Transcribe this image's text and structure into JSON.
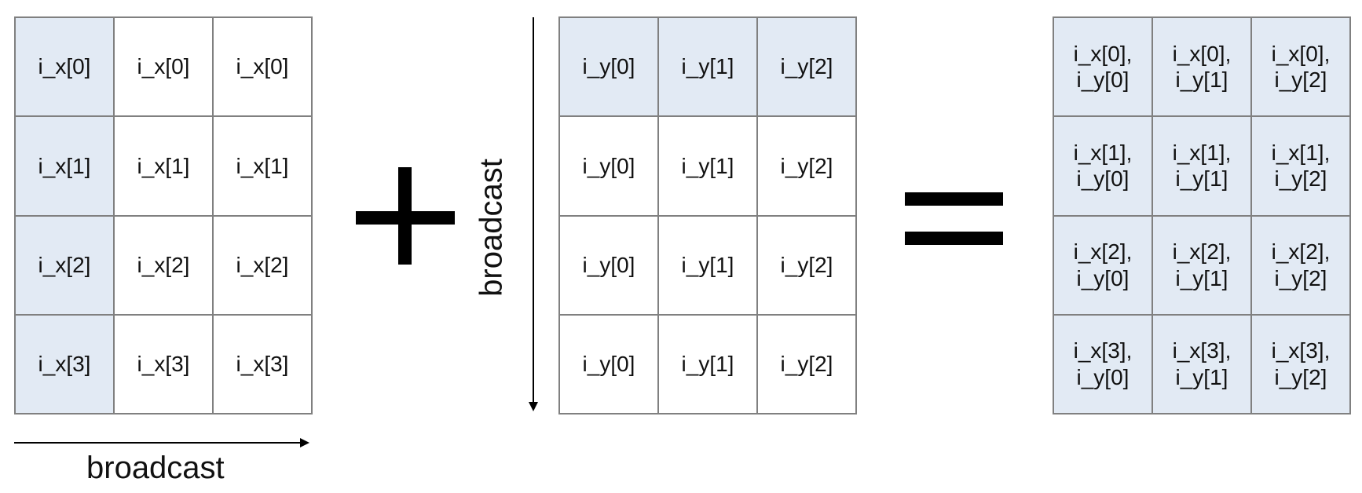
{
  "grid_a": {
    "highlight_column": 0,
    "rows": [
      [
        "i_x[0]",
        "i_x[0]",
        "i_x[0]"
      ],
      [
        "i_x[1]",
        "i_x[1]",
        "i_x[1]"
      ],
      [
        "i_x[2]",
        "i_x[2]",
        "i_x[2]"
      ],
      [
        "i_x[3]",
        "i_x[3]",
        "i_x[3]"
      ]
    ]
  },
  "grid_b": {
    "highlight_row": 0,
    "rows": [
      [
        "i_y[0]",
        "i_y[1]",
        "i_y[2]"
      ],
      [
        "i_y[0]",
        "i_y[1]",
        "i_y[2]"
      ],
      [
        "i_y[0]",
        "i_y[1]",
        "i_y[2]"
      ],
      [
        "i_y[0]",
        "i_y[1]",
        "i_y[2]"
      ]
    ]
  },
  "grid_c": {
    "highlight_all": true,
    "rows": [
      [
        "i_x[0],\ni_y[0]",
        "i_x[0],\ni_y[1]",
        "i_x[0],\ni_y[2]"
      ],
      [
        "i_x[1],\ni_y[0]",
        "i_x[1],\ni_y[1]",
        "i_x[1],\ni_y[2]"
      ],
      [
        "i_x[2],\ni_y[0]",
        "i_x[2],\ni_y[1]",
        "i_x[2],\ni_y[2]"
      ],
      [
        "i_x[3],\ni_y[0]",
        "i_x[3],\ni_y[1]",
        "i_x[3],\ni_y[2]"
      ]
    ]
  },
  "labels": {
    "broadcast_horizontal": "broadcast",
    "broadcast_vertical": "broadcast"
  },
  "colors": {
    "highlight_fill": "#e2eaf4",
    "cell_border": "#808080",
    "symbol": "#000000"
  }
}
